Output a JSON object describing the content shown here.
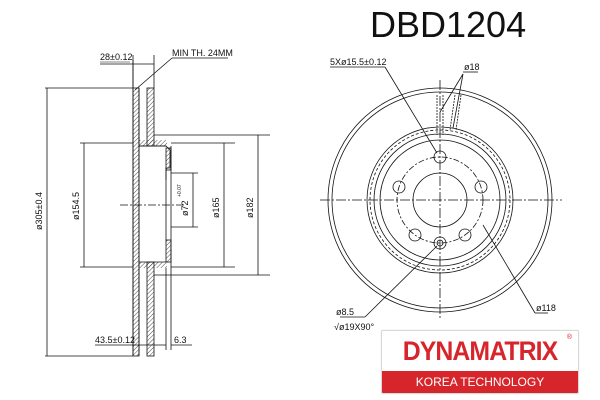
{
  "title": "DBD1204",
  "side_view": {
    "outer_diameter": "ø305±0.4",
    "inner_diameter": "ø154.5",
    "thickness": "28±0.12",
    "min_thickness": "MIN TH. 24MM",
    "height": "43.5±0.12",
    "hat_thickness": "6.3",
    "center_bore": "ø72",
    "center_bore_tol": "+0.07",
    "hat_diameter": "ø165",
    "flange_diameter": "ø182"
  },
  "front_view": {
    "bolt_holes": "5Xø15.5±0.12",
    "vent_holes": "ø18",
    "small_hole": "ø8.5",
    "countersink": "ø19X90°",
    "pcd": "ø118"
  },
  "logo": {
    "brand": "DYNAMATRIX",
    "registered": "®",
    "tagline": "KOREA TECHNOLOGY",
    "color": "#d6262c"
  }
}
